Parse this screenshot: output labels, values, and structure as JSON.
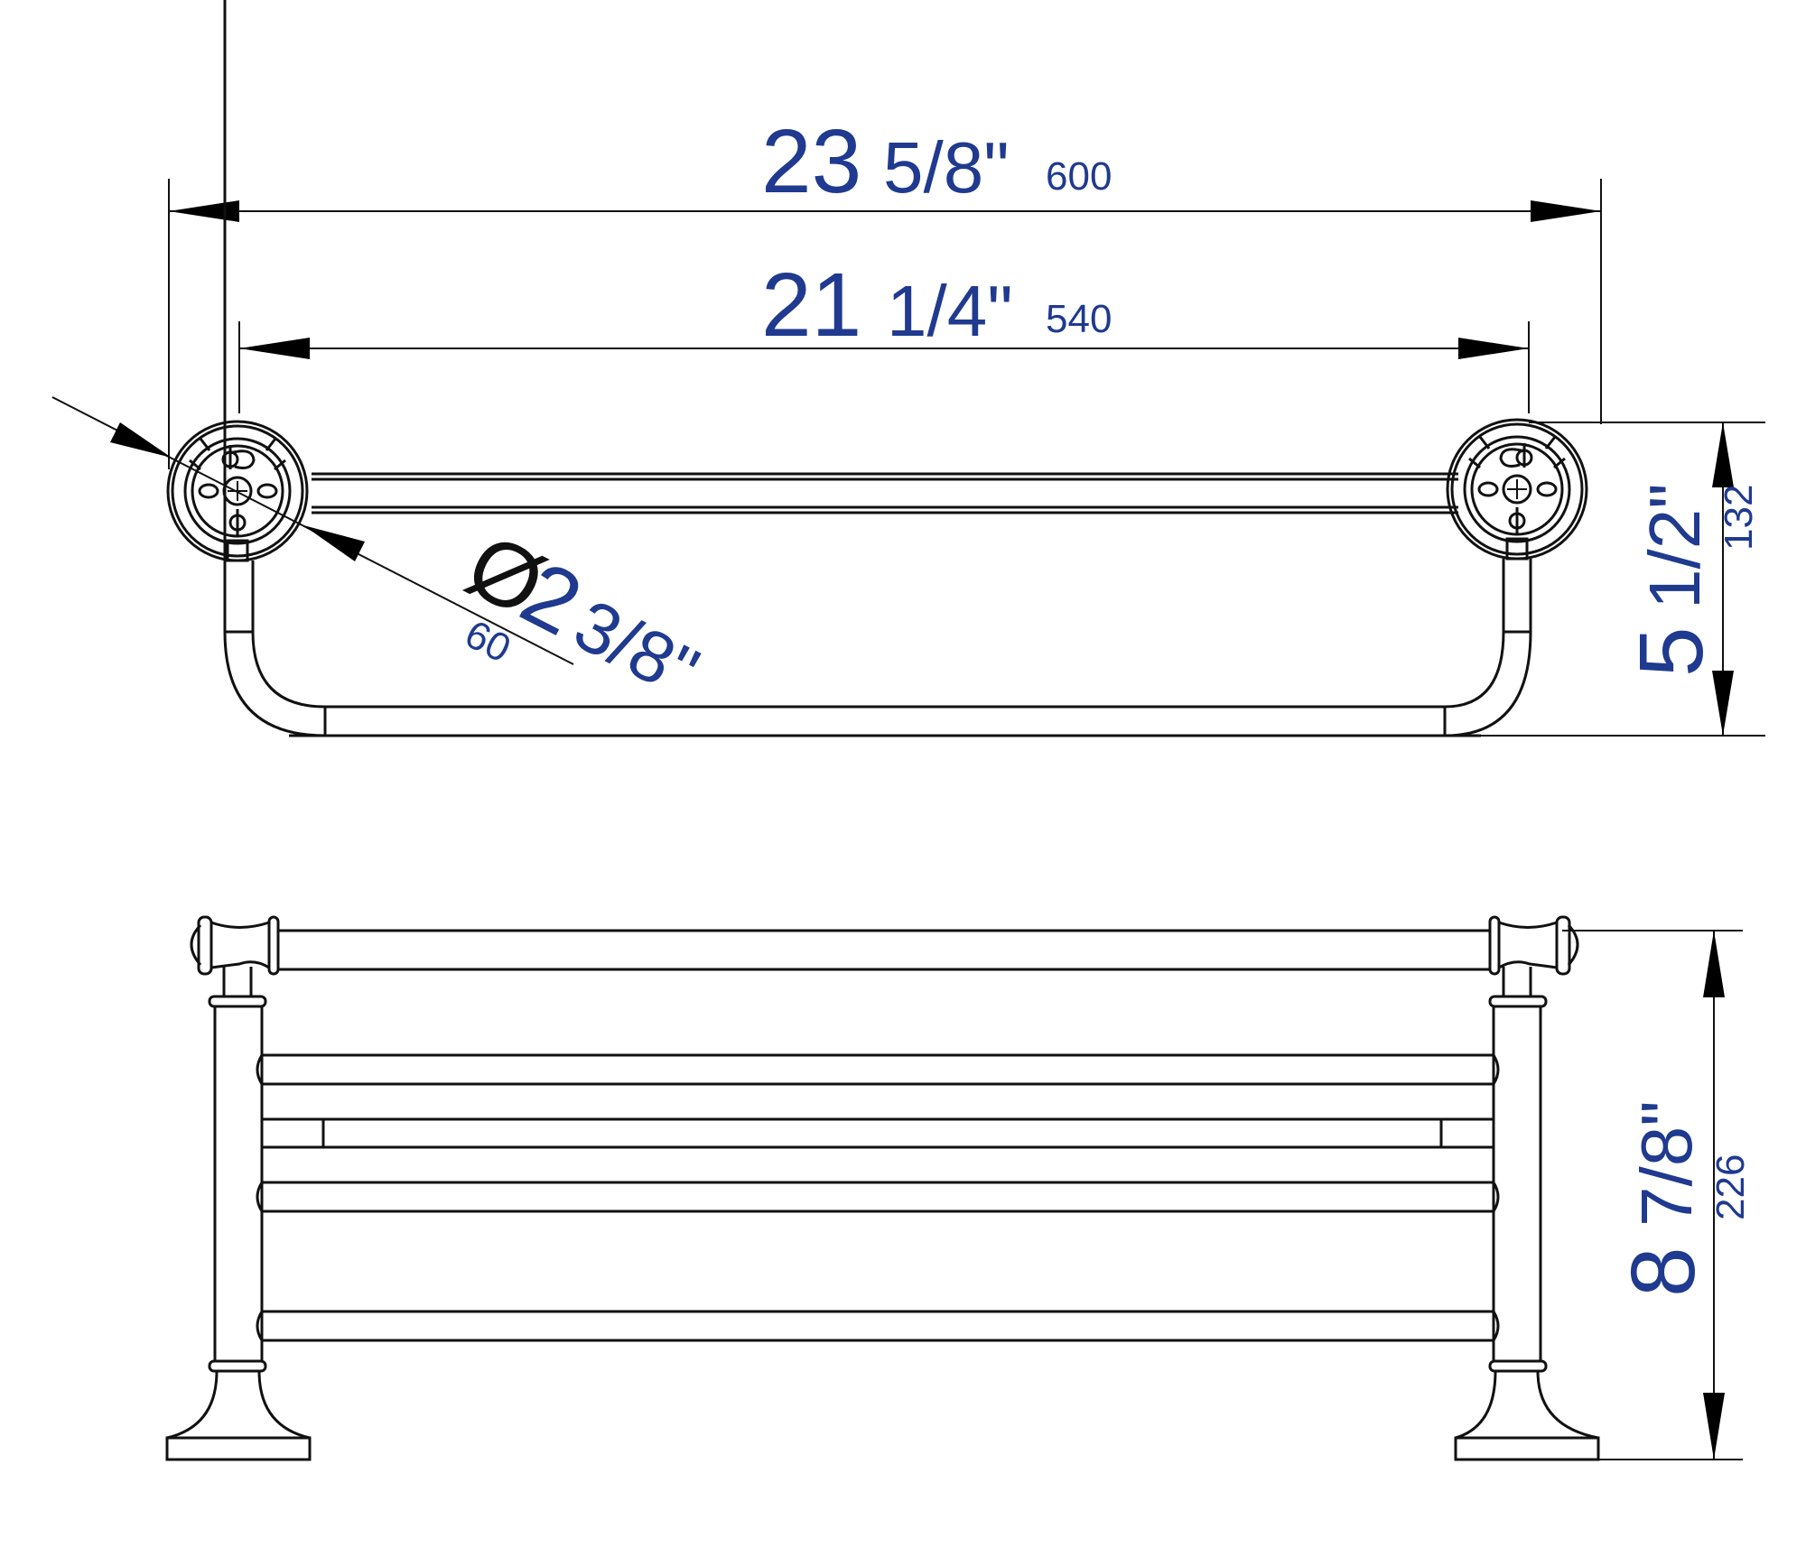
{
  "drawing": {
    "subject": "Towel rack technical drawing",
    "views": [
      "top-view",
      "front-view"
    ],
    "line_color": "#111111",
    "dimension_text_color": "#1f3a8f"
  },
  "dimensions": {
    "overall_width": {
      "whole": "23",
      "fraction": "5/8\"",
      "mm": "600"
    },
    "bar_width": {
      "whole": "21",
      "fraction": "1/4\"",
      "mm": "540"
    },
    "flange_diameter": {
      "symbol": "Ø",
      "whole": "2",
      "fraction": "3/8\"",
      "mm": "60"
    },
    "depth": {
      "whole": "5",
      "fraction": "1/2\"",
      "mm": "132"
    },
    "height": {
      "whole": "8",
      "fraction": "7/8\"",
      "mm": "226"
    }
  }
}
